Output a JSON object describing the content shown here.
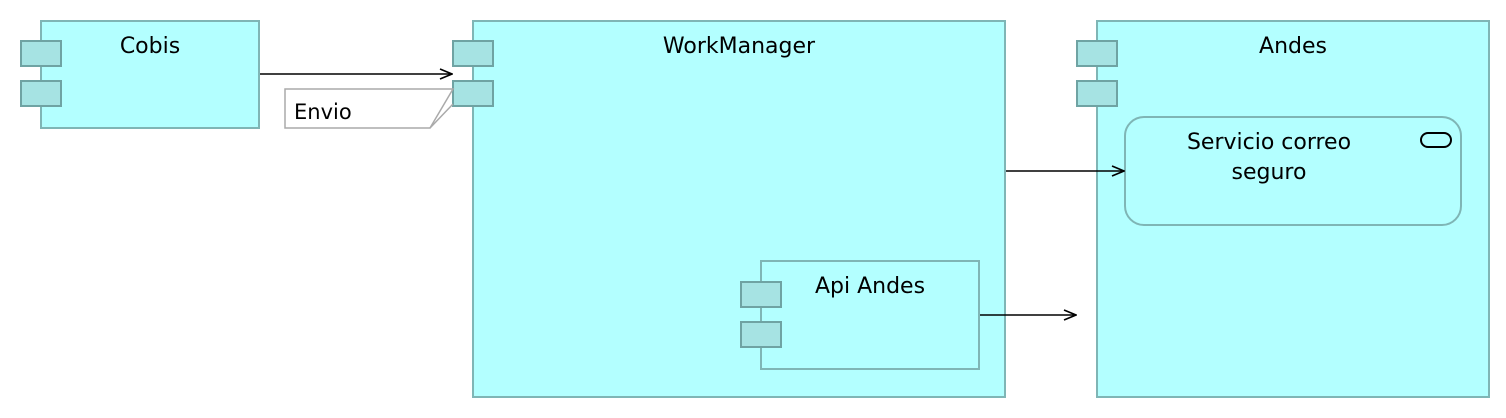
{
  "components": {
    "cobis": {
      "name": "Cobis"
    },
    "workmanager": {
      "name": "WorkManager"
    },
    "andes": {
      "name": "Andes"
    },
    "api_andes": {
      "name": "Api Andes"
    }
  },
  "service": {
    "name": "Servicio correo\nseguro",
    "icon": "service-rounded-rect-icon"
  },
  "note": {
    "text": "Envio"
  },
  "colors": {
    "component_fill": "#b3ffff",
    "component_border": "#7fb5b5",
    "tab_fill": "#a6e3e3",
    "connector": "#000000"
  }
}
